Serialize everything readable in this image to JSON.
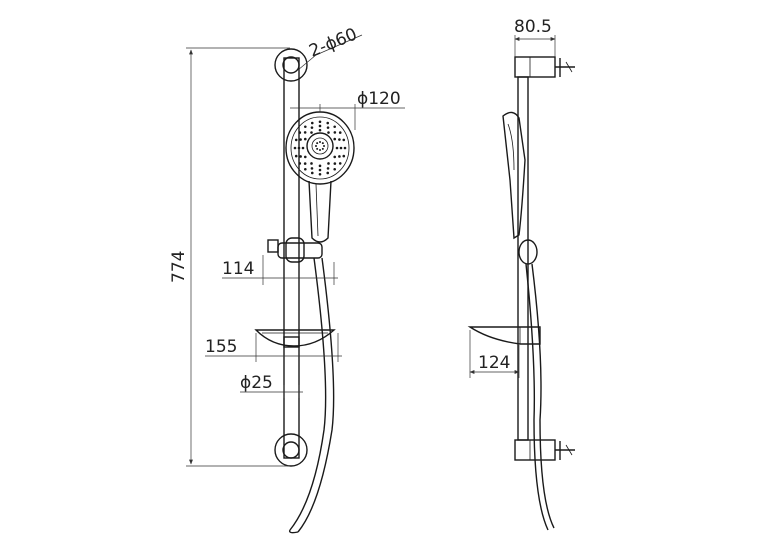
{
  "dimensions": {
    "bracket_diameter": "2-ϕ60",
    "head_diameter": "ϕ120",
    "total_height": "774",
    "holder_offset": "114",
    "dish_width": "155",
    "rail_diameter": "ϕ25",
    "wall_projection": "80.5",
    "dish_depth": "124"
  }
}
